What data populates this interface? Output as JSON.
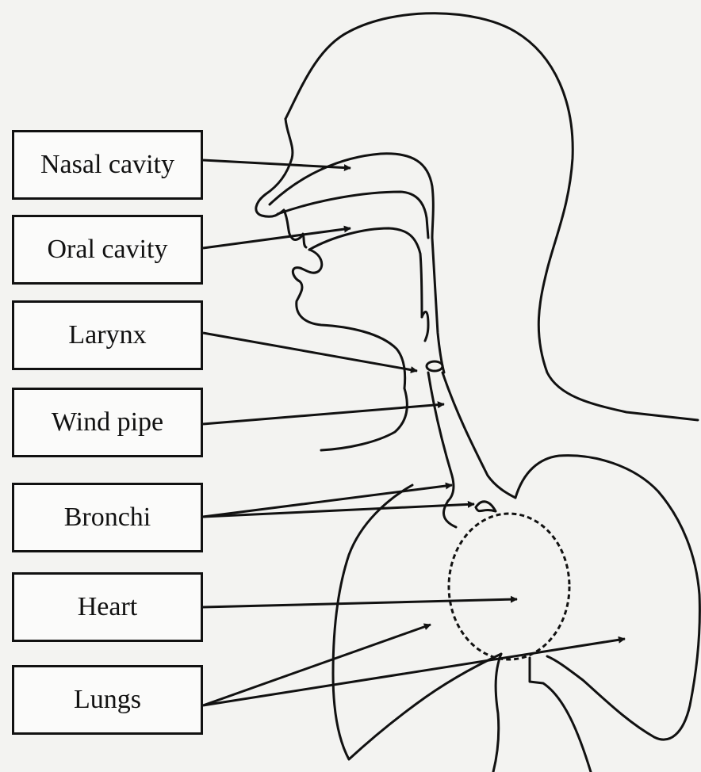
{
  "labels": {
    "nasal_cavity": "Nasal cavity",
    "oral_cavity": "Oral cavity",
    "larynx": "Larynx",
    "wind_pipe": "Wind pipe",
    "bronchi": "Bronchi",
    "heart": "Heart",
    "lungs": "Lungs"
  },
  "colors": {
    "ink": "#111111",
    "paper": "#f3f3f1"
  }
}
